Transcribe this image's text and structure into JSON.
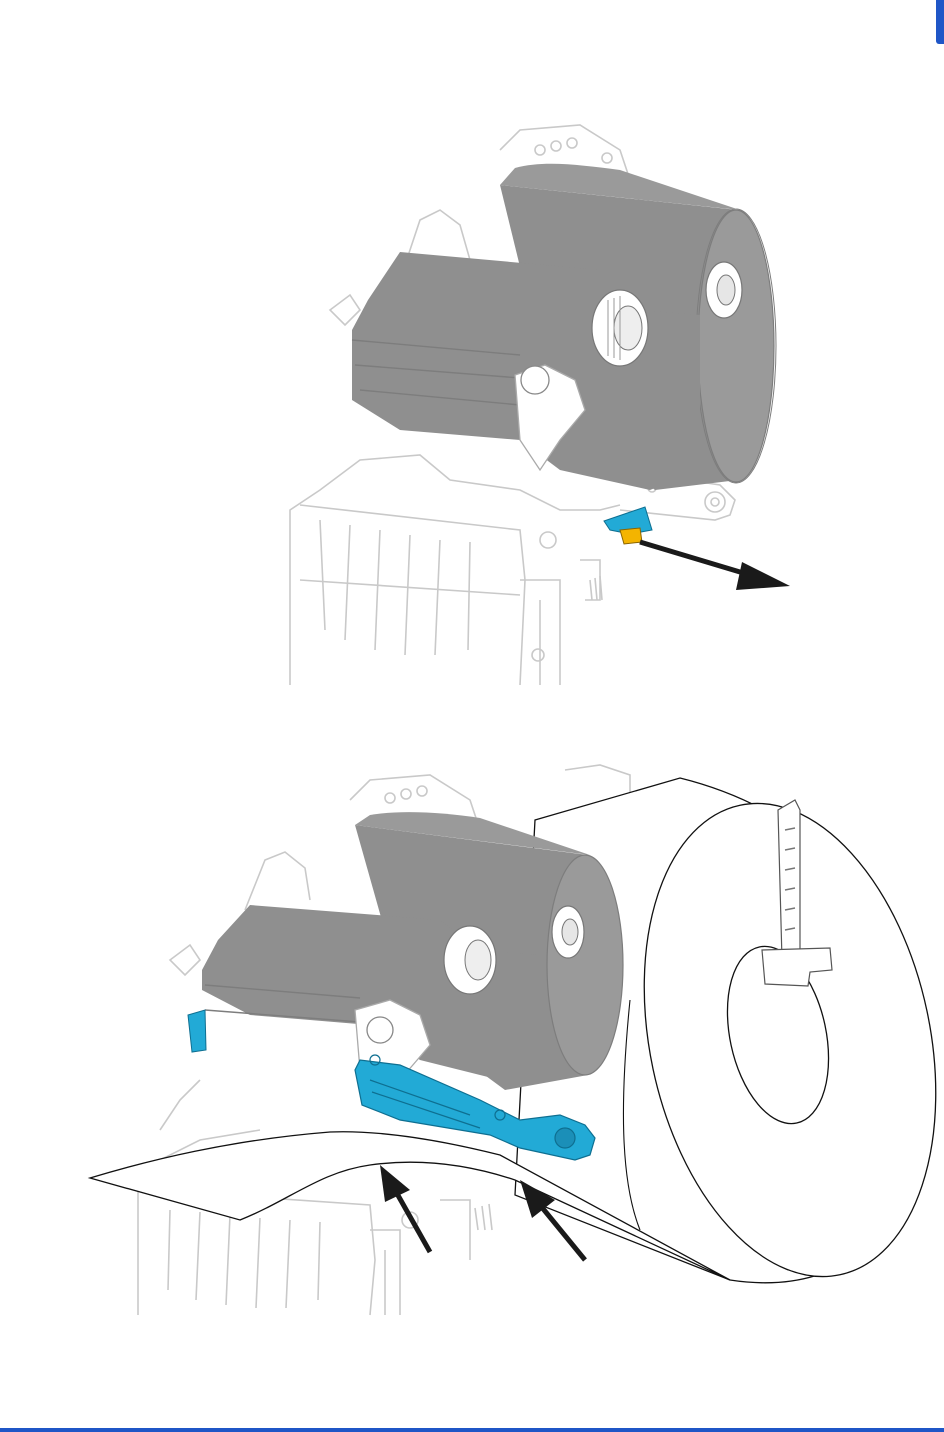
{
  "colors": {
    "accent": "#1f56c7",
    "ribbon": "#8f8f8f",
    "ribbon_dark": "#7d7d7d",
    "highlight": "#22aad6",
    "gold": "#f4b400",
    "arrow": "#1a1a1a"
  },
  "figures": [
    {
      "depicts": [
        "printer-mechanism",
        "ribbon-rolls",
        "media-guide",
        "arrow"
      ]
    },
    {
      "depicts": [
        "printer-mechanism",
        "ribbon-rolls",
        "media-roll",
        "media-strip",
        "media-guide",
        "arrow",
        "arrow"
      ]
    }
  ]
}
